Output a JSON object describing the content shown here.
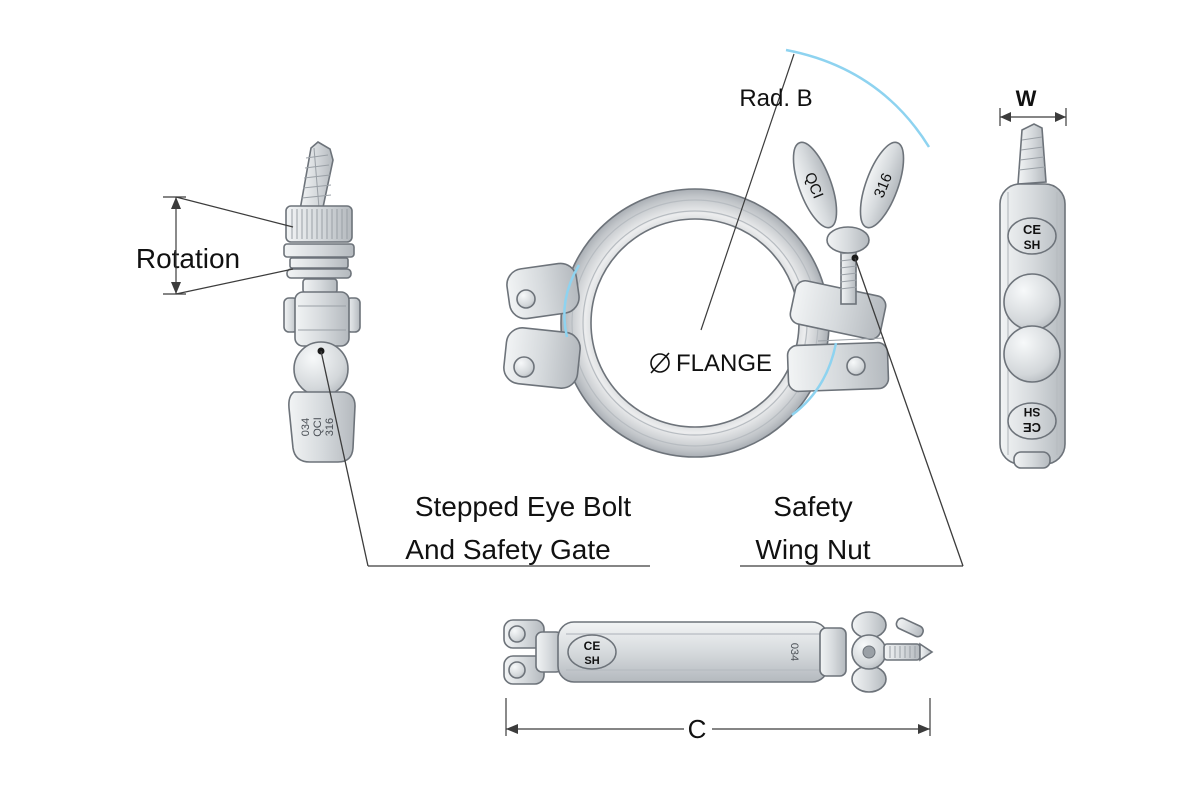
{
  "labels": {
    "rad_b": "Rad. B",
    "w": "W",
    "rotation": "Rotation",
    "flange": "FLANGE",
    "callout_eye_bolt_line1": "Stepped Eye Bolt",
    "callout_eye_bolt_line2": "And Safety Gate",
    "callout_wing_nut_line1": "Safety",
    "callout_wing_nut_line2": "Wing Nut",
    "c_dim": "C"
  },
  "stamps": {
    "wing_left": "QCI",
    "wing_right": "316",
    "eyebolt_line1": "034",
    "eyebolt_line2": "QCI",
    "eyebolt_line3": "316",
    "ce": "CE",
    "sh": "SH",
    "topview_num": "034"
  },
  "colors": {
    "highlight_arc": "#8ed3f0",
    "dim_line": "#3c3c3c",
    "metal_outline": "#6d737a",
    "text": "#111111"
  }
}
